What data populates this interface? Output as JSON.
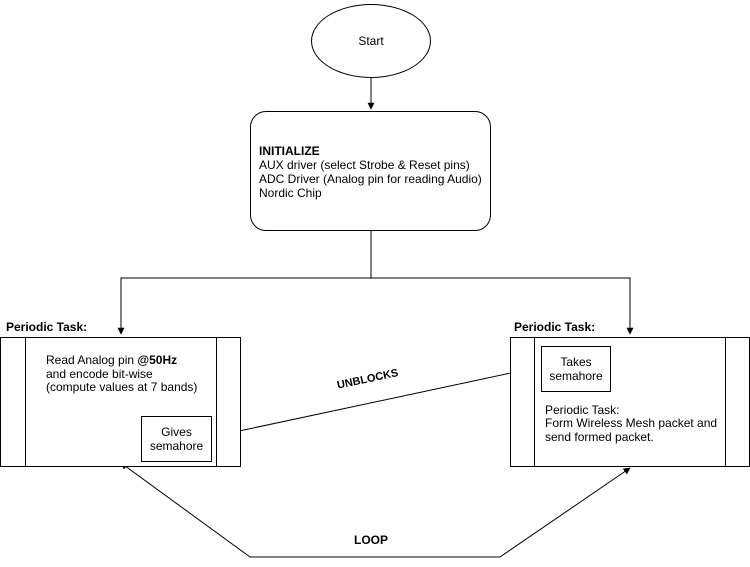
{
  "start": {
    "label": "Start"
  },
  "init": {
    "title": "INITIALIZE",
    "lines": [
      "AUX driver (select Strobe & Reset pins)",
      "ADC Driver (Analog pin for reading Audio)",
      "Nordic Chip"
    ]
  },
  "left_task": {
    "title": "Periodic Task:",
    "line1_prefix": "Read Analog pin ",
    "line1_bold": "@50Hz",
    "line2": "and encode bit-wise",
    "line3": "(compute values at 7 bands)",
    "semaphore": [
      "Gives",
      "semahore"
    ]
  },
  "right_task": {
    "title": "Periodic Task:",
    "semaphore": [
      "Takes",
      "semahore"
    ],
    "line1": "Periodic Task:",
    "line2": "Form Wireless Mesh packet and",
    "line3": "send formed packet."
  },
  "edges": {
    "unblocks": "UNBLOCKS",
    "loop": "LOOP"
  }
}
